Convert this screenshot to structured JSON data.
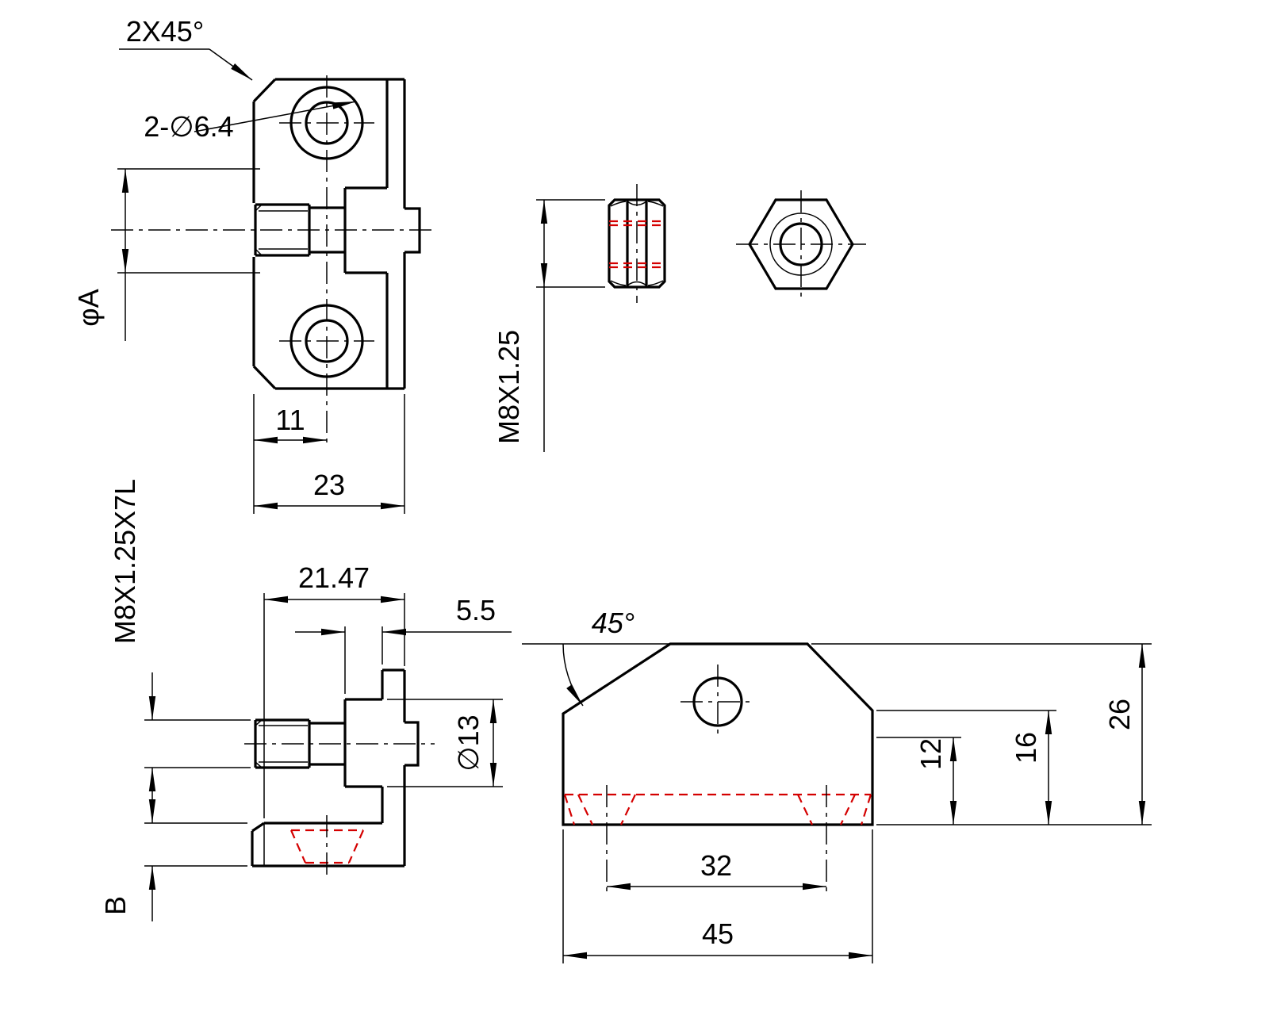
{
  "drawing": {
    "background": "#ffffff",
    "line_color": "#000000",
    "hidden_color": "#d40000",
    "views": {
      "bracket_front": {
        "chamfer_note": "2X45°",
        "hole_note": "2-∅6.4",
        "stud_dia": "φA",
        "hole_offset": "11",
        "width": "23"
      },
      "nut": {
        "thread": "M8X1.25"
      },
      "bracket_side": {
        "stud_thread": "M8X1.25X7L",
        "depth": "21.47",
        "flange_offset": "5.5",
        "flange_dia": "∅13",
        "base_thickness": "B"
      },
      "base_front": {
        "chamfer_angle": "45°",
        "step_height": "12",
        "side_height": "16",
        "total_height": "26",
        "slot_pitch": "32",
        "width": "45"
      }
    }
  }
}
